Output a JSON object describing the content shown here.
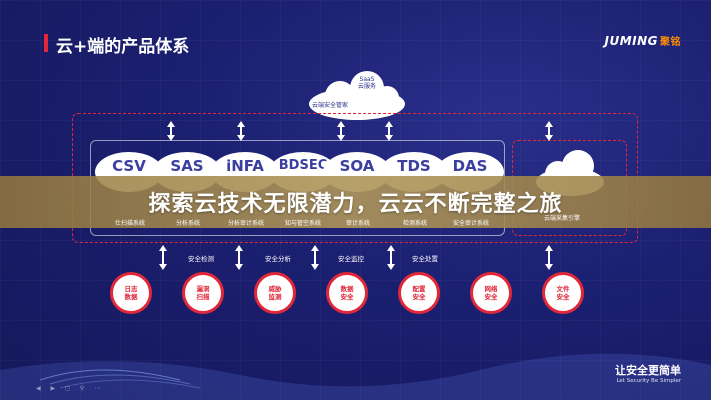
{
  "slide": {
    "title": "云+端的产品体系",
    "brand": "JUMING",
    "brand_cn": "聚铭"
  },
  "cloud_top": {
    "saas_label": "SaaS\n云服务",
    "label": "云端安全管家"
  },
  "products": [
    {
      "name": "CSV",
      "desc": "仕扫描系统"
    },
    {
      "name": "SAS",
      "desc": "分析系统"
    },
    {
      "name": "iNFA",
      "desc": "分析审计系统"
    },
    {
      "name": "BDSEC",
      "desc": "知与管空系统"
    },
    {
      "name": "SOA",
      "desc": "审计系统"
    },
    {
      "name": "TDS",
      "desc": "检测系统"
    },
    {
      "name": "DAS",
      "desc": "安全审计系统"
    }
  ],
  "right_cloud": {
    "label": "云端采集引擎"
  },
  "banner": {
    "text": "探索云技术无限潜力，云云不断完整之旅"
  },
  "mid_labels": [
    "安全检测",
    "安全分析",
    "安全监控",
    "安全处置"
  ],
  "security_items": [
    {
      "label": "日志\n数据"
    },
    {
      "label": "漏洞\n扫描"
    },
    {
      "label": "威胁\n监测"
    },
    {
      "label": "数据\n安全"
    },
    {
      "label": "配置\n安全"
    },
    {
      "label": "网络\n安全"
    },
    {
      "label": "文件\n安全"
    }
  ],
  "footer": {
    "brand": "让安全更简单",
    "tagline": "Let Security Be Simpler"
  },
  "colors": {
    "accent": "#e0283a",
    "background": "#1b1f70",
    "banner": "#a88c55"
  }
}
